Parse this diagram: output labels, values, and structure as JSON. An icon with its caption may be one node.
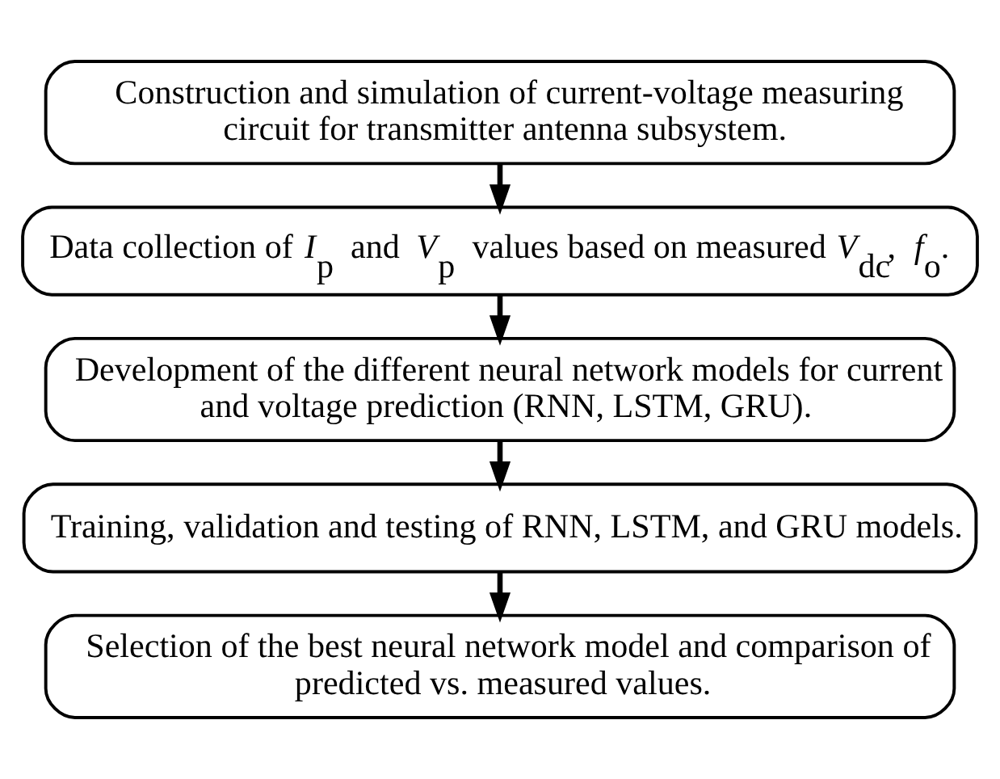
{
  "diagram": {
    "nodes": [
      {
        "text": [
          "Construction and simulation of current-voltage measuring circuit for transmitter antenna subsystem."
        ]
      },
      {
        "text": [
          "Data collection of *I*$_{p}$ and *V*$_{p}$ values based on measured *V*$_{dc}$, *f*$_{o}$."
        ]
      },
      {
        "text": [
          "Development of the different neural network models for current and voltage prediction (RNN, LSTM, GRU)."
        ]
      },
      {
        "text": [
          "Training, validation and testing of RNN, LSTM, and GRU models."
        ]
      },
      {
        "text": [
          "Selection of the best neural network model and comparison of predicted vs. measured values."
        ]
      }
    ],
    "edges": [
      {
        "from": 0,
        "to": 1,
        "arrow": "to"
      },
      {
        "from": 1,
        "to": 2,
        "arrow": "to"
      },
      {
        "from": 2,
        "to": 3,
        "arrow": "to"
      },
      {
        "from": 3,
        "to": 4,
        "arrow": "to"
      }
    ]
  }
}
